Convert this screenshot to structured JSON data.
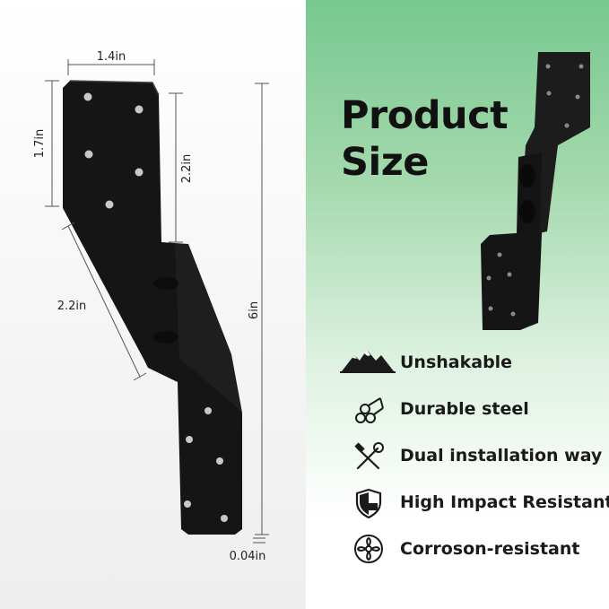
{
  "dimensions": {
    "width_top": "1.4in",
    "height_top": "1.7in",
    "top_section": "2.2in",
    "slant": "2.2in",
    "total_height": "6in",
    "thickness": "0.04in"
  },
  "heading": {
    "line1": "Product",
    "line2": "Size"
  },
  "features": [
    {
      "label": "Unshakable",
      "icon": "mountain-icon"
    },
    {
      "label": "Durable steel",
      "icon": "steel-bars-icon"
    },
    {
      "label": "Dual installation way",
      "icon": "hammer-wrench-icon"
    },
    {
      "label": "High Impact Resistant",
      "icon": "shield-icon"
    },
    {
      "label": "Corroson-resistant",
      "icon": "corrosion-icon"
    }
  ]
}
